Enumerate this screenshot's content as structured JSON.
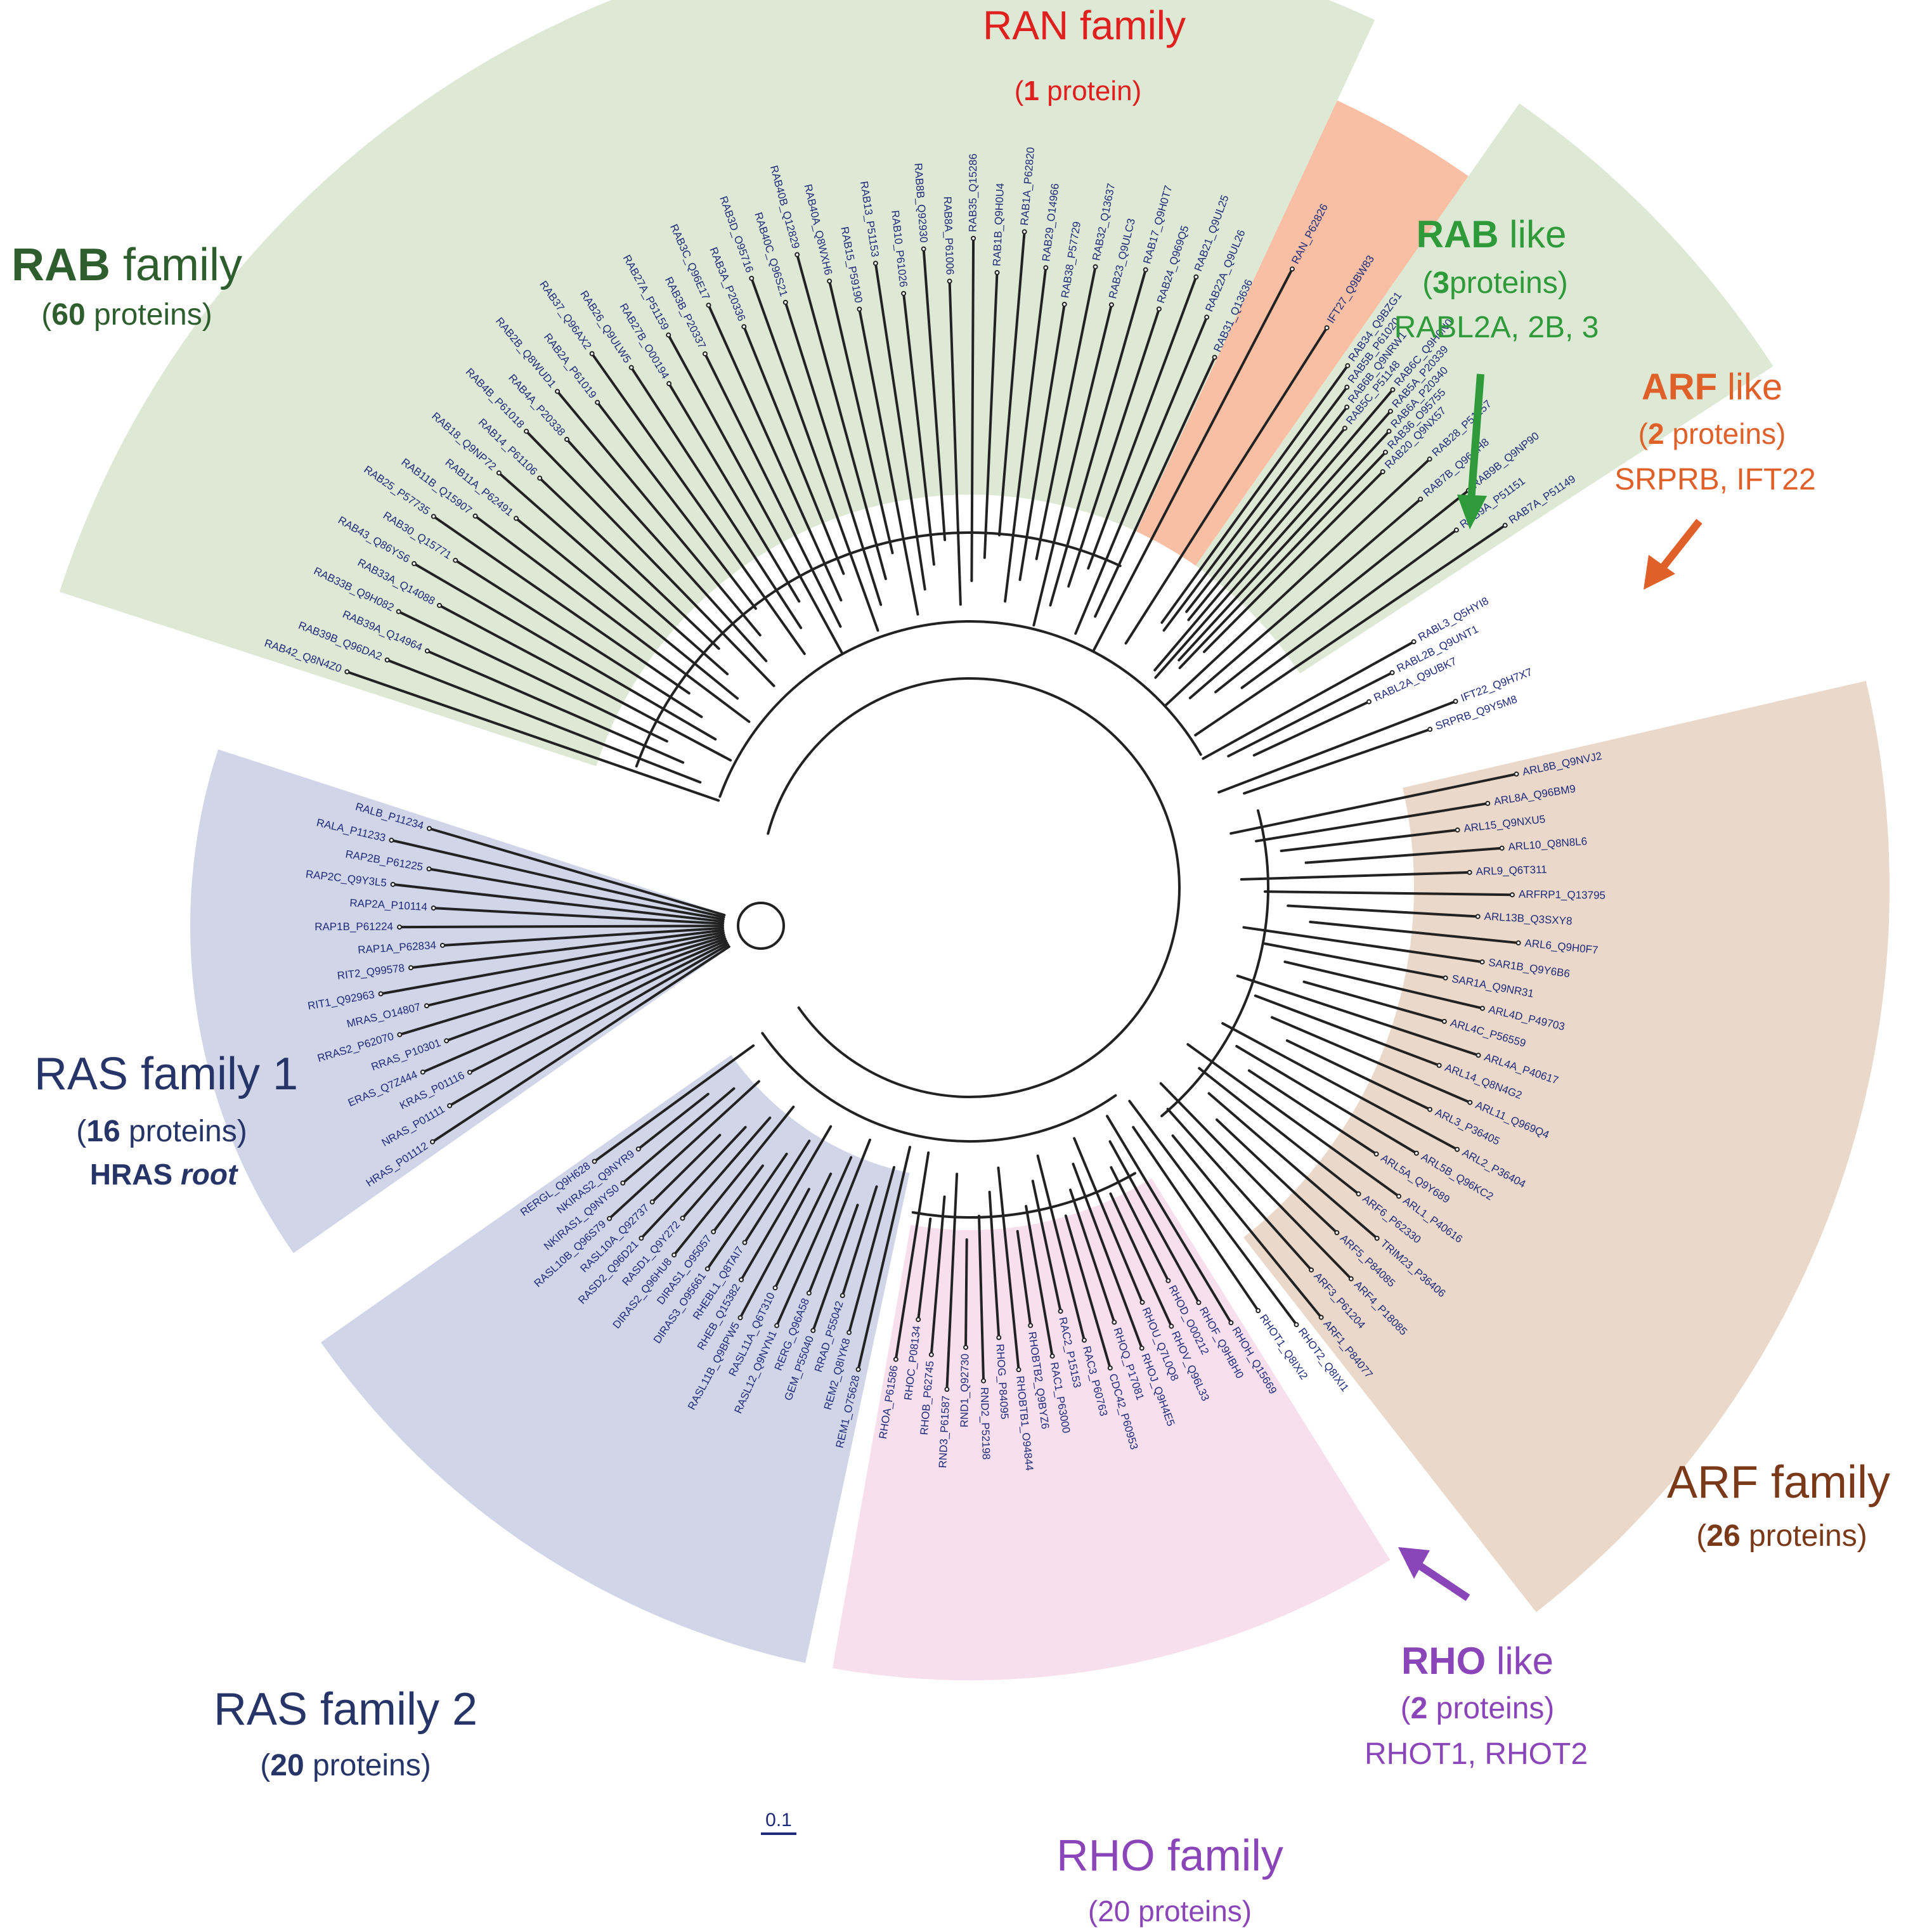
{
  "colors": {
    "rab": "#2e5e2e",
    "rab_bg": "#d9e6d0",
    "ran": "#e0201f",
    "ran_bg": "#f7b89a",
    "rab_like": "#2e9a3a",
    "arf_like": "#e0602a",
    "arf": "#7a3a1a",
    "arf_bg": "#e8d4c4",
    "rho": "#8a46b8",
    "rho_bg": "#f6dcec",
    "ras": "#263468",
    "ras_bg": "#ccd0e6",
    "leaf": "#1f2a7a"
  },
  "families": {
    "ran": {
      "name": "RAN",
      "suffix": " family",
      "count": "1",
      "unit": " protein"
    },
    "rab": {
      "name": "RAB",
      "suffix": " family",
      "count": "60",
      "unit": " proteins"
    },
    "rab_like": {
      "name": "RAB",
      "suffix": " like",
      "count": "3",
      "unit": "proteins",
      "members": "RABL2A, 2B, 3"
    },
    "arf_like": {
      "name": "ARF",
      "suffix": " like",
      "count": "2",
      "unit": " proteins",
      "members": "SRPRB, IFT22"
    },
    "ras1": {
      "name": "RAS",
      "suffix": " family 1",
      "count": "16",
      "unit": " proteins",
      "root_a": "HRAS ",
      "root_b": "root"
    },
    "ras2": {
      "name": "RAS",
      "suffix": " family 2",
      "count": "20",
      "unit": " proteins"
    },
    "rho": {
      "name": "RHO",
      "suffix": " family",
      "count": "20 proteins"
    },
    "rho_like": {
      "name": "RHO",
      "suffix": " like",
      "count": "2",
      "unit": " proteins",
      "members": "RHOT1, RHOT2"
    },
    "arf": {
      "name": "ARF",
      "suffix": " family",
      "count": "26",
      "unit": " proteins"
    }
  },
  "scale_bar": "0.1",
  "leaves": {
    "rab": [
      "RAB42_Q8N4Z0",
      "RAB39B_Q96DA2",
      "RAB39A_Q14964",
      "RAB33B_Q9H082",
      "RAB33A_Q14088",
      "RAB43_Q86YS6",
      "RAB30_Q15771",
      "RAB25_P57735",
      "RAB11B_Q15907",
      "RAB11A_P62491",
      "RAB18_Q9NP72",
      "RAB14_P61106",
      "RAB4B_P61018",
      "RAB4A_P20338",
      "RAB2B_Q8WUD1",
      "RAB2A_P61019",
      "RAB37_Q96AX2",
      "RAB26_Q9ULW5",
      "RAB27B_O00194",
      "RAB27A_P51159",
      "RAB3B_P20337",
      "RAB3C_Q96E17",
      "RAB3A_P20336",
      "RAB3D_O95716",
      "RAB40C_Q96S21",
      "RAB40B_Q12829",
      "RAB40A_Q8WXH6",
      "RAB15_P59190",
      "RAB13_P51153",
      "RAB10_P61026",
      "RAB8B_Q92930",
      "RAB8A_P61006",
      "RAB35_Q15286",
      "RAB1B_Q9H0U4",
      "RAB1A_P62820",
      "RAB29_O14966",
      "RAB38_P57729",
      "RAB32_Q13637",
      "RAB23_Q9ULC3",
      "RAB17_Q9H0T7",
      "RAB24_Q969Q5",
      "RAB21_Q9UL25",
      "RAB22A_Q9UL26",
      "RAB31_Q13636",
      "RAB5B_P61020",
      "RAB5C_P51148",
      "RAB5A_P20339",
      "RAB36_O95755",
      "RAB34_Q9BZG1",
      "RAB6B_Q9NRW1",
      "RAB6C_Q9H0N0",
      "RAB6A_P20340",
      "RAB20_Q9NX57",
      "RAB28_P51157",
      "RAB7B_Q96AH8",
      "RAB9B_Q9NP90",
      "RAB9A_P51151",
      "RAB7A_P51149"
    ],
    "ran": [
      "RAN_P62826",
      "IFT27_Q9BW83"
    ],
    "rab_like": [
      "RABL3_Q5HYI8",
      "RABL2B_Q9UNT1",
      "RABL2A_Q9UBK7"
    ],
    "arf_like": [
      "IFT22_Q9H7X7",
      "SRPRB_Q9Y5M8"
    ],
    "arf": [
      "ARL8B_Q9NVJ2",
      "ARL8A_Q96BM9",
      "ARL15_Q9NXU5",
      "ARL10_Q8N8L6",
      "ARL9_Q6T311",
      "ARFRP1_Q13795",
      "ARL13B_Q3SXY8",
      "ARL6_Q9H0F7",
      "SAR1B_Q9Y6B6",
      "SAR1A_Q9NR31",
      "ARL4D_P49703",
      "ARL4C_P56559",
      "ARL4A_P40617",
      "ARL14_Q8N4G2",
      "ARL11_Q969Q4",
      "ARL3_P36405",
      "ARL2_P36404",
      "ARL5B_Q96KC2",
      "ARL5A_Q9Y689",
      "ARL1_P40616",
      "ARF6_P62330",
      "TRIM23_P36406",
      "ARF5_P84085",
      "ARF4_P18085",
      "ARF3_P61204",
      "ARF1_P84077"
    ],
    "rho_like": [
      "RHOT2_Q8IXI1",
      "RHOT1_Q8IXI2"
    ],
    "rho": [
      "RHOH_Q15669",
      "RHOF_Q9HBH0",
      "RHOD_O00212",
      "RHOV_Q96L33",
      "RHOU_Q7L0Q8",
      "RHOJ_Q9H4E5",
      "RHOQ_P17081",
      "CDC42_P60953",
      "RAC3_P60763",
      "RAC2_P15153",
      "RAC1_P63000",
      "RHOBTB2_Q9BYZ6",
      "RHOBTB1_O94844",
      "RHOG_P84095",
      "RND2_P52198",
      "RND1_Q92730",
      "RND3_P61587",
      "RHOB_P62745",
      "RHOC_P08134",
      "RHOA_P61586"
    ],
    "ras1": [
      "HRAS_P01112",
      "NRAS_P01111",
      "KRAS_P01116",
      "ERAS_Q7Z444",
      "RRAS_P10301",
      "RRAS2_P62070",
      "MRAS_O14807",
      "RIT1_Q92963",
      "RIT2_Q99578",
      "RAP1A_P62834",
      "RAP1B_P61224",
      "RAP2A_P10114",
      "RAP2C_Q9Y3L5",
      "RAP2B_P61225",
      "RALA_P11233",
      "RALB_P11234"
    ],
    "ras2": [
      "REM1_O75628",
      "REM2_Q8IYK8",
      "RRAD_P55042",
      "GEM_P55040",
      "RERG_Q96A58",
      "RASL12_Q9NYN1",
      "RASL11A_Q6T310",
      "RASL11B_Q9BPW5",
      "RHEB_Q15382",
      "RHEBL1_Q8TAI7",
      "DIRAS3_O95661",
      "DIRAS1_O95057",
      "DIRAS2_Q96HU8",
      "RASD1_Q9Y272",
      "RASD2_Q96D21",
      "RASL10A_Q92737",
      "RASL10B_Q96S79",
      "NKIRAS1_Q9NYS0",
      "NKIRAS2_Q9NYR9",
      "RERGL_Q9H628"
    ]
  }
}
